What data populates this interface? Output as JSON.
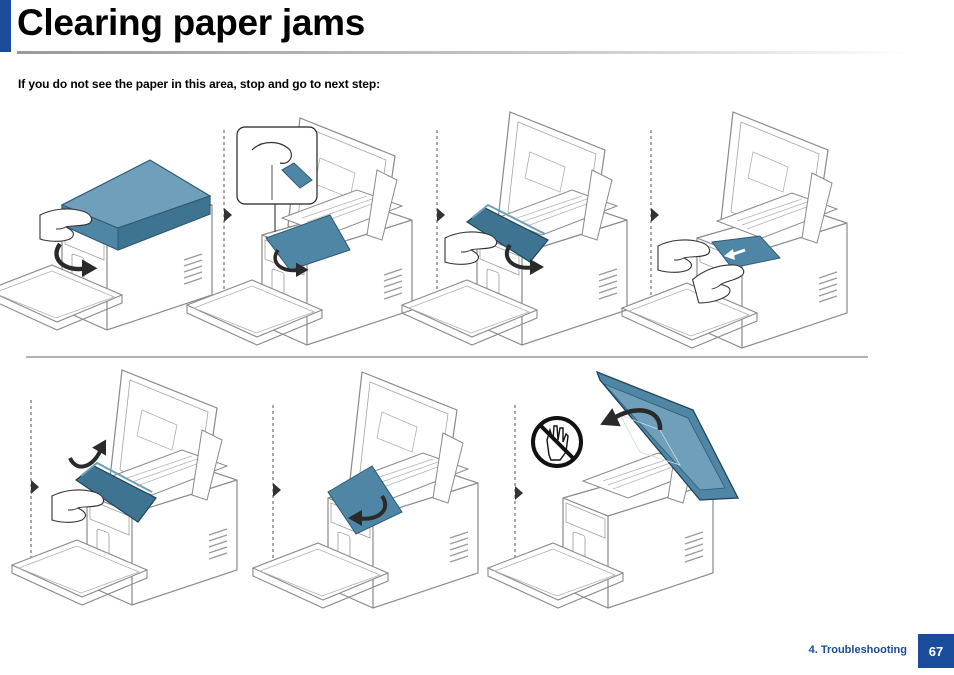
{
  "page": {
    "title": "Clearing paper jams",
    "instruction": "If you do not see the paper in this area, stop and go to next step:"
  },
  "footer": {
    "section": "4. Troubleshooting",
    "page_number": "67"
  },
  "colors": {
    "accent_blue": "#1b4b9b",
    "part_highlight": "#4f86a6",
    "outline": "#8a8a8a"
  },
  "steps": [
    {
      "icon": "printer-scanner-lid-open-icon"
    },
    {
      "icon": "printer-inner-cover-open-icon"
    },
    {
      "icon": "toner-cartridge-remove-icon"
    },
    {
      "icon": "jammed-paper-pull-icon"
    },
    {
      "icon": "toner-cartridge-reinsert-icon"
    },
    {
      "icon": "printer-inner-cover-close-icon"
    },
    {
      "icon": "printer-scanner-lid-close-icon"
    }
  ],
  "warning_icon": "do-not-touch-icon"
}
